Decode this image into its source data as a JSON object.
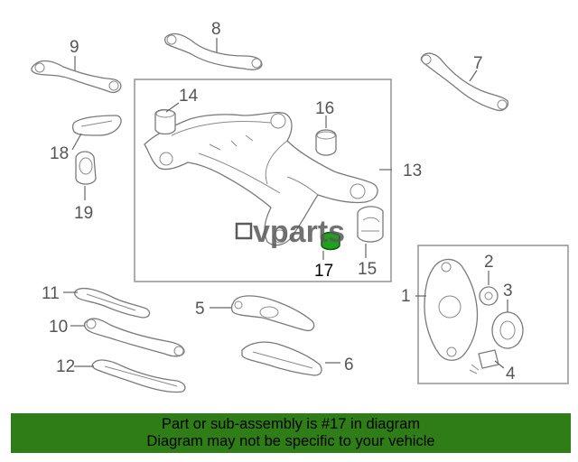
{
  "callouts": {
    "c1": "1",
    "c2": "2",
    "c3": "3",
    "c4": "4",
    "c5": "5",
    "c6": "6",
    "c7": "7",
    "c8": "8",
    "c9": "9",
    "c10": "10",
    "c11": "11",
    "c12": "12",
    "c13": "13",
    "c14": "14",
    "c15": "15",
    "c16": "16",
    "c17": "17",
    "c18": "18",
    "c19": "19"
  },
  "highlighted_part": "17",
  "highlight_color": "#1fa11f",
  "watermark": "vparts",
  "banner": {
    "line1": "Part or sub-assembly is #17 in diagram",
    "line2": "Diagram may not be specific to your vehicle",
    "color": "#2e7d16"
  }
}
